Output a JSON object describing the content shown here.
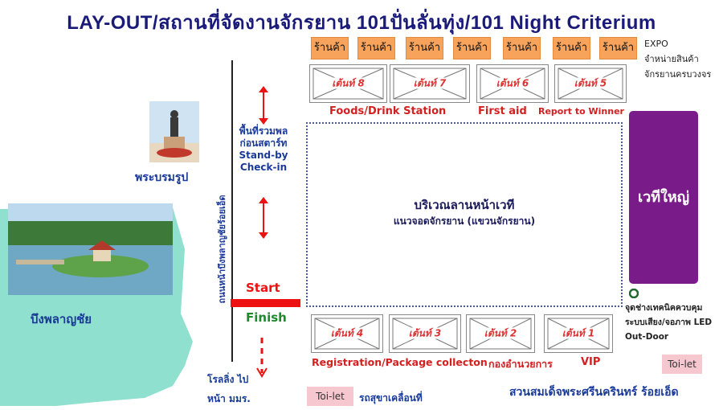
{
  "title": "LAY-OUT/สถานที่จัดงานจักรยาน 101ปั่นลั่นทุ่ง/101 Night Criterium",
  "shops": [
    "ร้านค้า",
    "ร้านค้า",
    "ร้านค้า",
    "ร้านค้า",
    "ร้านค้า",
    "ร้านค้า",
    "ร้านค้า"
  ],
  "expo": [
    "EXPO",
    "จำหน่ายสินค้า",
    "จักรยานครบวงจร"
  ],
  "tents_top": [
    {
      "label": "เต้นท์ 8"
    },
    {
      "label": "เต้นท์ 7"
    },
    {
      "label": "เต้นท์ 6"
    },
    {
      "label": "เต้นท์ 5"
    }
  ],
  "top_labels": {
    "foods": "Foods/Drink Station",
    "first_aid": "First aid",
    "report": "Report to Winner"
  },
  "tents_bottom": [
    {
      "label": "เต้นท์ 4"
    },
    {
      "label": "เต้นท์ 3"
    },
    {
      "label": "เต้นท์ 2"
    },
    {
      "label": "เต้นท์ 1"
    }
  ],
  "bottom_labels": {
    "registration": "Registration/Package collecton",
    "committee": "กองอำนวยการ",
    "vip": "VIP"
  },
  "standby": {
    "line1": "พื้นที่รวมพล",
    "line2": "ก่อนสตาร์ท",
    "line3": "Stand-by",
    "line4": "Check-in"
  },
  "plaza": {
    "title": "บริเวณลานหน้าเวที",
    "subtitle": "แนวจอดจักรยาน (แขวนจักรยาน)"
  },
  "stage": {
    "label": "เวทีใหญ่"
  },
  "tech": [
    "จุดช่างเทคนิคควบคุม",
    "ระบบเสียง/จอภาพ LED",
    "Out-Door"
  ],
  "toilets": [
    "Toi-let",
    "Toi-let"
  ],
  "ambulance": "รถสุขาเคลื่อนที่",
  "monument": "พระบรมรูป",
  "lake": "บึงพลาญชัย",
  "road": "ถนนหน้าบึงพลาญชัยร้อยเอ็ด",
  "start": "Start",
  "finish": "Finish",
  "rolling": [
    "โรลลิ่ง ไป",
    "หน้า มมร."
  ],
  "park": "สวนสมเด็จพระศรีนครินทร์ ร้อยเอ็ด",
  "colors": {
    "title": "#1a1a7a",
    "shop": "#f7a35c",
    "red": "#d32020",
    "stage": "#7a1b8a",
    "start": "#e11",
    "green": "#1e8a2e",
    "toilet": "#f6c7cf",
    "lake_bg": "#8fe0cf"
  }
}
